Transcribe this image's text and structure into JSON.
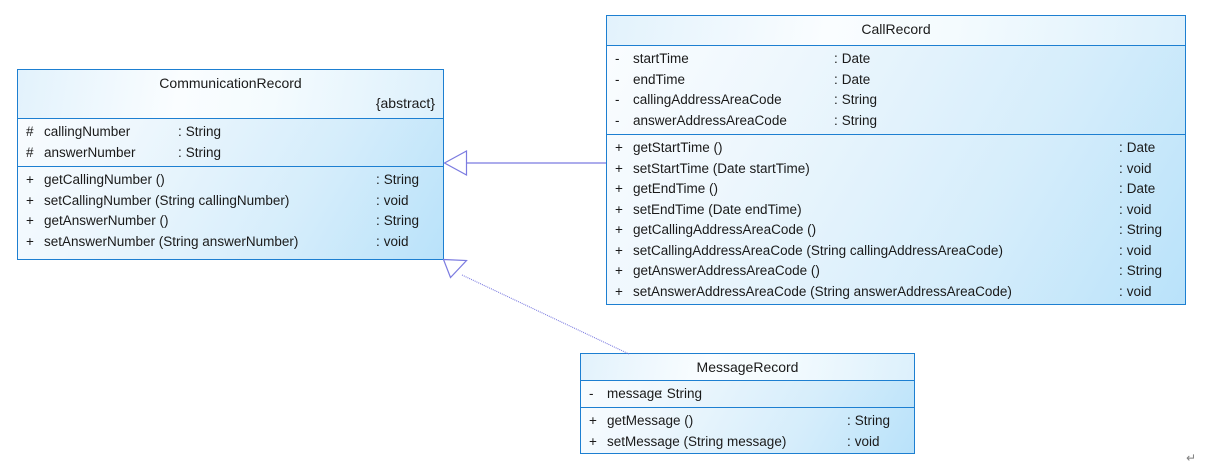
{
  "diagram": {
    "type": "uml-class-diagram",
    "background": "#ffffff",
    "border_color": "#1d7fd1",
    "fill_color": "#b9e2fa",
    "connector_color": "#7b7be0",
    "return_mark": "↵"
  },
  "classes": {
    "communication_record": {
      "name": "CommunicationRecord",
      "stereotype": "{abstract}",
      "attributes": [
        {
          "visibility": "#",
          "name": "callingNumber",
          "colon": ":",
          "type": "String"
        },
        {
          "visibility": "#",
          "name": "answerNumber",
          "colon": ":",
          "type": "String"
        }
      ],
      "operations": [
        {
          "visibility": "+",
          "name": "getCallingNumber ()",
          "colon": ":",
          "type": "String"
        },
        {
          "visibility": "+",
          "name": "setCallingNumber (String callingNumber)",
          "colon": ":",
          "type": "void"
        },
        {
          "visibility": "+",
          "name": "getAnswerNumber ()",
          "colon": ":",
          "type": "String"
        },
        {
          "visibility": "+",
          "name": "setAnswerNumber (String answerNumber)",
          "colon": ":",
          "type": "void"
        }
      ]
    },
    "call_record": {
      "name": "CallRecord",
      "stereotype": "",
      "attributes": [
        {
          "visibility": "-",
          "name": "startTime",
          "colon": ":",
          "type": "Date"
        },
        {
          "visibility": "-",
          "name": "endTime",
          "colon": ":",
          "type": "Date"
        },
        {
          "visibility": "-",
          "name": "callingAddressAreaCode",
          "colon": ":",
          "type": "String"
        },
        {
          "visibility": "-",
          "name": "answerAddressAreaCode",
          "colon": ":",
          "type": "String"
        }
      ],
      "operations": [
        {
          "visibility": "+",
          "name": "getStartTime ()",
          "colon": ":",
          "type": "Date"
        },
        {
          "visibility": "+",
          "name": "setStartTime (Date startTime)",
          "colon": ":",
          "type": "void"
        },
        {
          "visibility": "+",
          "name": "getEndTime ()",
          "colon": ":",
          "type": "Date"
        },
        {
          "visibility": "+",
          "name": "setEndTime (Date endTime)",
          "colon": ":",
          "type": "void"
        },
        {
          "visibility": "+",
          "name": "getCallingAddressAreaCode ()",
          "colon": ":",
          "type": "String"
        },
        {
          "visibility": "+",
          "name": "setCallingAddressAreaCode (String callingAddressAreaCode)",
          "colon": ":",
          "type": "void"
        },
        {
          "visibility": "+",
          "name": "getAnswerAddressAreaCode ()",
          "colon": ":",
          "type": "String"
        },
        {
          "visibility": "+",
          "name": "setAnswerAddressAreaCode (String answerAddressAreaCode)",
          "colon": ":",
          "type": "void"
        }
      ]
    },
    "message_record": {
      "name": "MessageRecord",
      "stereotype": "",
      "attributes": [
        {
          "visibility": "-",
          "name": "message",
          "colon": ":",
          "type": "String"
        }
      ],
      "operations": [
        {
          "visibility": "+",
          "name": "getMessage ()",
          "colon": ":",
          "type": "String"
        },
        {
          "visibility": "+",
          "name": "setMessage (String message)",
          "colon": ":",
          "type": "void"
        }
      ]
    }
  },
  "relationships": [
    {
      "kind": "generalization",
      "from": "CallRecord",
      "to": "CommunicationRecord"
    },
    {
      "kind": "generalization",
      "from": "MessageRecord",
      "to": "CommunicationRecord"
    }
  ]
}
